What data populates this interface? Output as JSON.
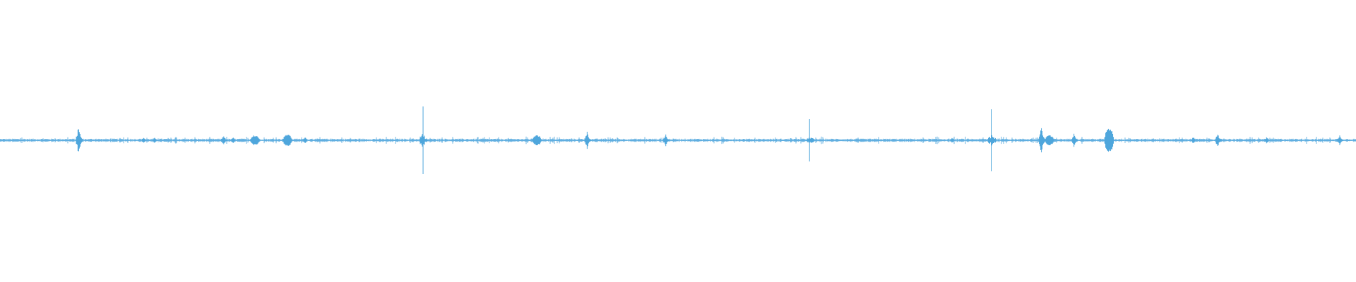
{
  "waveform": {
    "color": "#4ea6dc",
    "background": "#ffffff",
    "baseline_amplitude": 0.006,
    "spikes": [
      {
        "t": 0.058,
        "amp": 0.06,
        "kind": "burst"
      },
      {
        "t": 0.106,
        "amp": 0.012,
        "kind": "small"
      },
      {
        "t": 0.114,
        "amp": 0.01,
        "kind": "small"
      },
      {
        "t": 0.165,
        "amp": 0.022,
        "kind": "burst"
      },
      {
        "t": 0.172,
        "amp": 0.014,
        "kind": "small"
      },
      {
        "t": 0.188,
        "amp": 0.018,
        "kind": "blob"
      },
      {
        "t": 0.212,
        "amp": 0.02,
        "kind": "blob"
      },
      {
        "t": 0.225,
        "amp": 0.014,
        "kind": "small"
      },
      {
        "t": 0.312,
        "amp": 0.12,
        "kind": "tall"
      },
      {
        "t": 0.396,
        "amp": 0.018,
        "kind": "blob"
      },
      {
        "t": 0.433,
        "amp": 0.035,
        "kind": "burst"
      },
      {
        "t": 0.491,
        "amp": 0.022,
        "kind": "burst"
      },
      {
        "t": 0.597,
        "amp": 0.075,
        "kind": "tall"
      },
      {
        "t": 0.702,
        "amp": 0.01,
        "kind": "small"
      },
      {
        "t": 0.731,
        "amp": 0.11,
        "kind": "tall"
      },
      {
        "t": 0.768,
        "amp": 0.06,
        "kind": "burst"
      },
      {
        "t": 0.774,
        "amp": 0.018,
        "kind": "blob"
      },
      {
        "t": 0.792,
        "amp": 0.026,
        "kind": "burst"
      },
      {
        "t": 0.818,
        "amp": 0.045,
        "kind": "blob"
      },
      {
        "t": 0.88,
        "amp": 0.014,
        "kind": "small"
      },
      {
        "t": 0.898,
        "amp": 0.03,
        "kind": "burst"
      },
      {
        "t": 0.934,
        "amp": 0.012,
        "kind": "small"
      },
      {
        "t": 0.988,
        "amp": 0.022,
        "kind": "burst"
      }
    ]
  }
}
